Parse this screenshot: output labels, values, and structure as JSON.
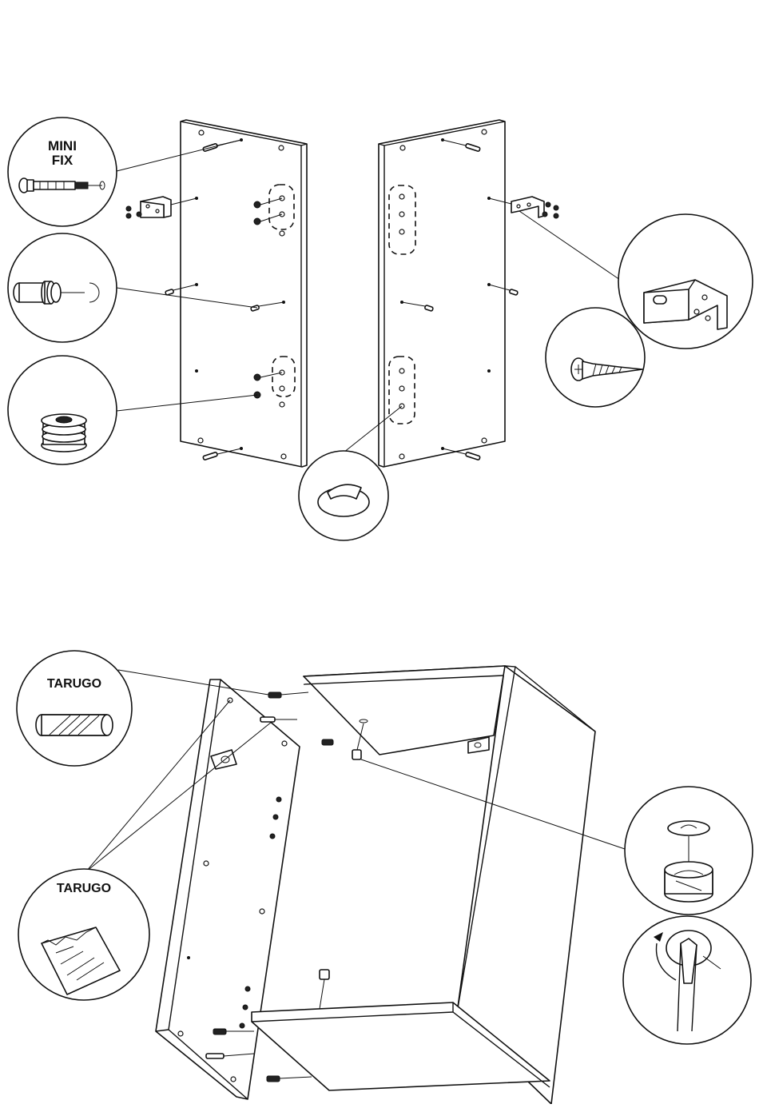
{
  "callouts": {
    "minifix_label_line1": "MINI",
    "minifix_label_line2": "FIX",
    "tarugo_label_top": "TARUGO",
    "tarugo_label_bottom": "TARUGO"
  },
  "icons": {
    "minifix_bolt": "minifix-bolt-icon",
    "pin": "minifix-pin-icon",
    "nut": "threaded-insert-icon",
    "bracket": "l-bracket-icon",
    "screw": "screw-icon",
    "sticker": "hole-cap-sticker-icon",
    "dowel": "wood-dowel-icon",
    "bag": "hardware-bag-icon",
    "cam": "cam-lock-icon",
    "screwdriver": "screwdriver-turn-icon"
  }
}
